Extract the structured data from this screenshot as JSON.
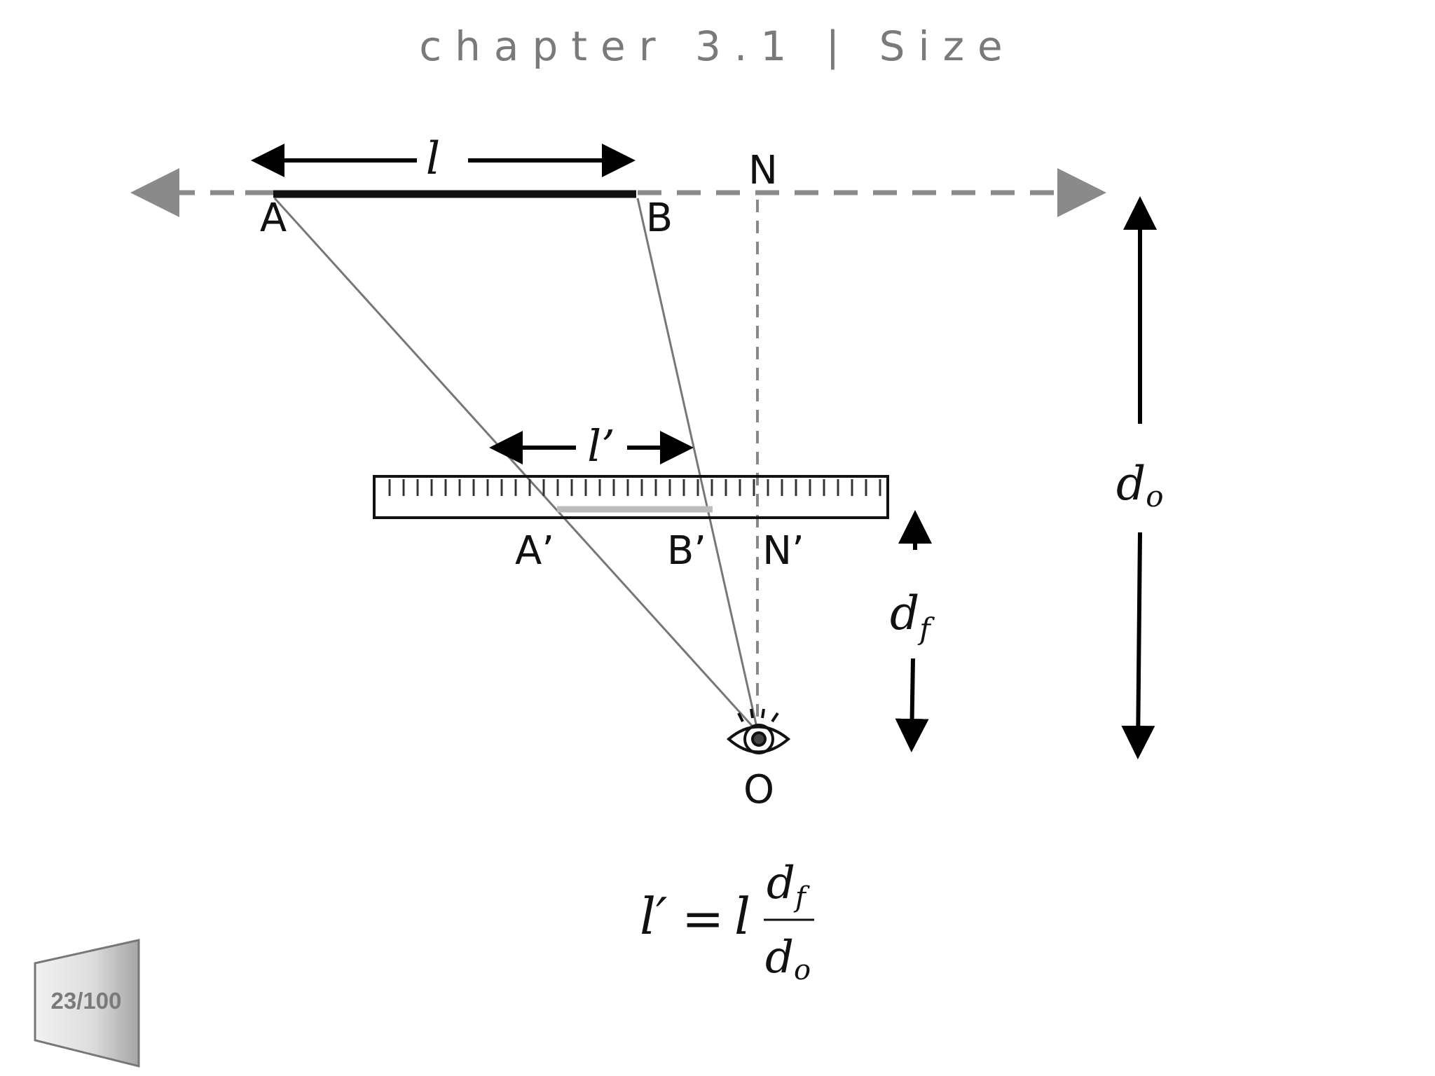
{
  "slide": {
    "title": "chapter 3.1 | Size",
    "page_number": "23/100"
  },
  "diagram": {
    "labels": {
      "A": "A",
      "B": "B",
      "N": "N",
      "A_prime": "A’",
      "B_prime": "B’",
      "N_prime": "N’",
      "O": "O",
      "l": "l",
      "l_prime": "l’",
      "d_o_base": "d",
      "d_o_sub": "o",
      "d_f_base": "d",
      "d_f_sub": "f"
    },
    "formula": {
      "lhs": "l′",
      "equals": "=",
      "factor": "l",
      "numerator_base": "d",
      "numerator_sub": "f",
      "denominator_base": "d",
      "denominator_sub": "o"
    }
  }
}
